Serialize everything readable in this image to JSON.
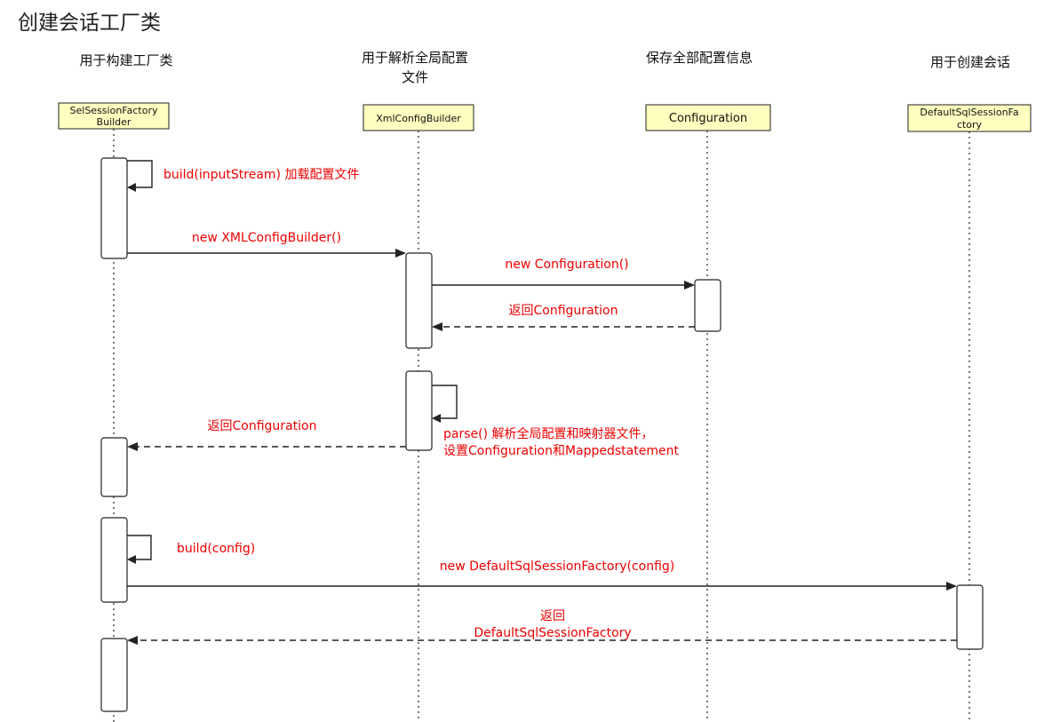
{
  "title": "创建会话工厂类",
  "descriptions": {
    "builder": "用于构建工厂类",
    "xml_line1": "用于解析全局配置",
    "xml_line2": "文件",
    "config": "保存全部配置信息",
    "factory": "用于创建会话"
  },
  "participants": {
    "builder_line1": "SelSessionFactory",
    "builder_line2": "Builder",
    "xml": "XmlConfigBuilder",
    "config": "Configuration",
    "factory_line1": "DefaultSqlSessionFa",
    "factory_line2": "ctory"
  },
  "messages": {
    "build_input": "build(inputStream) 加载配置文件",
    "new_xml": "new XMLConfigBuilder()",
    "new_config": "new Configuration()",
    "return_config_1": "返回Configuration",
    "parse_line1": "parse() 解析全局配置和映射器文件，",
    "parse_line2": "设置Configuration和Mappedstatement",
    "return_config_2": "返回Configuration",
    "build_config": "build(config)",
    "new_factory": "new DefaultSqlSessionFactory(config)",
    "return_factory_line1": "返回",
    "return_factory_line2": "DefaultSqlSessionFactory"
  }
}
